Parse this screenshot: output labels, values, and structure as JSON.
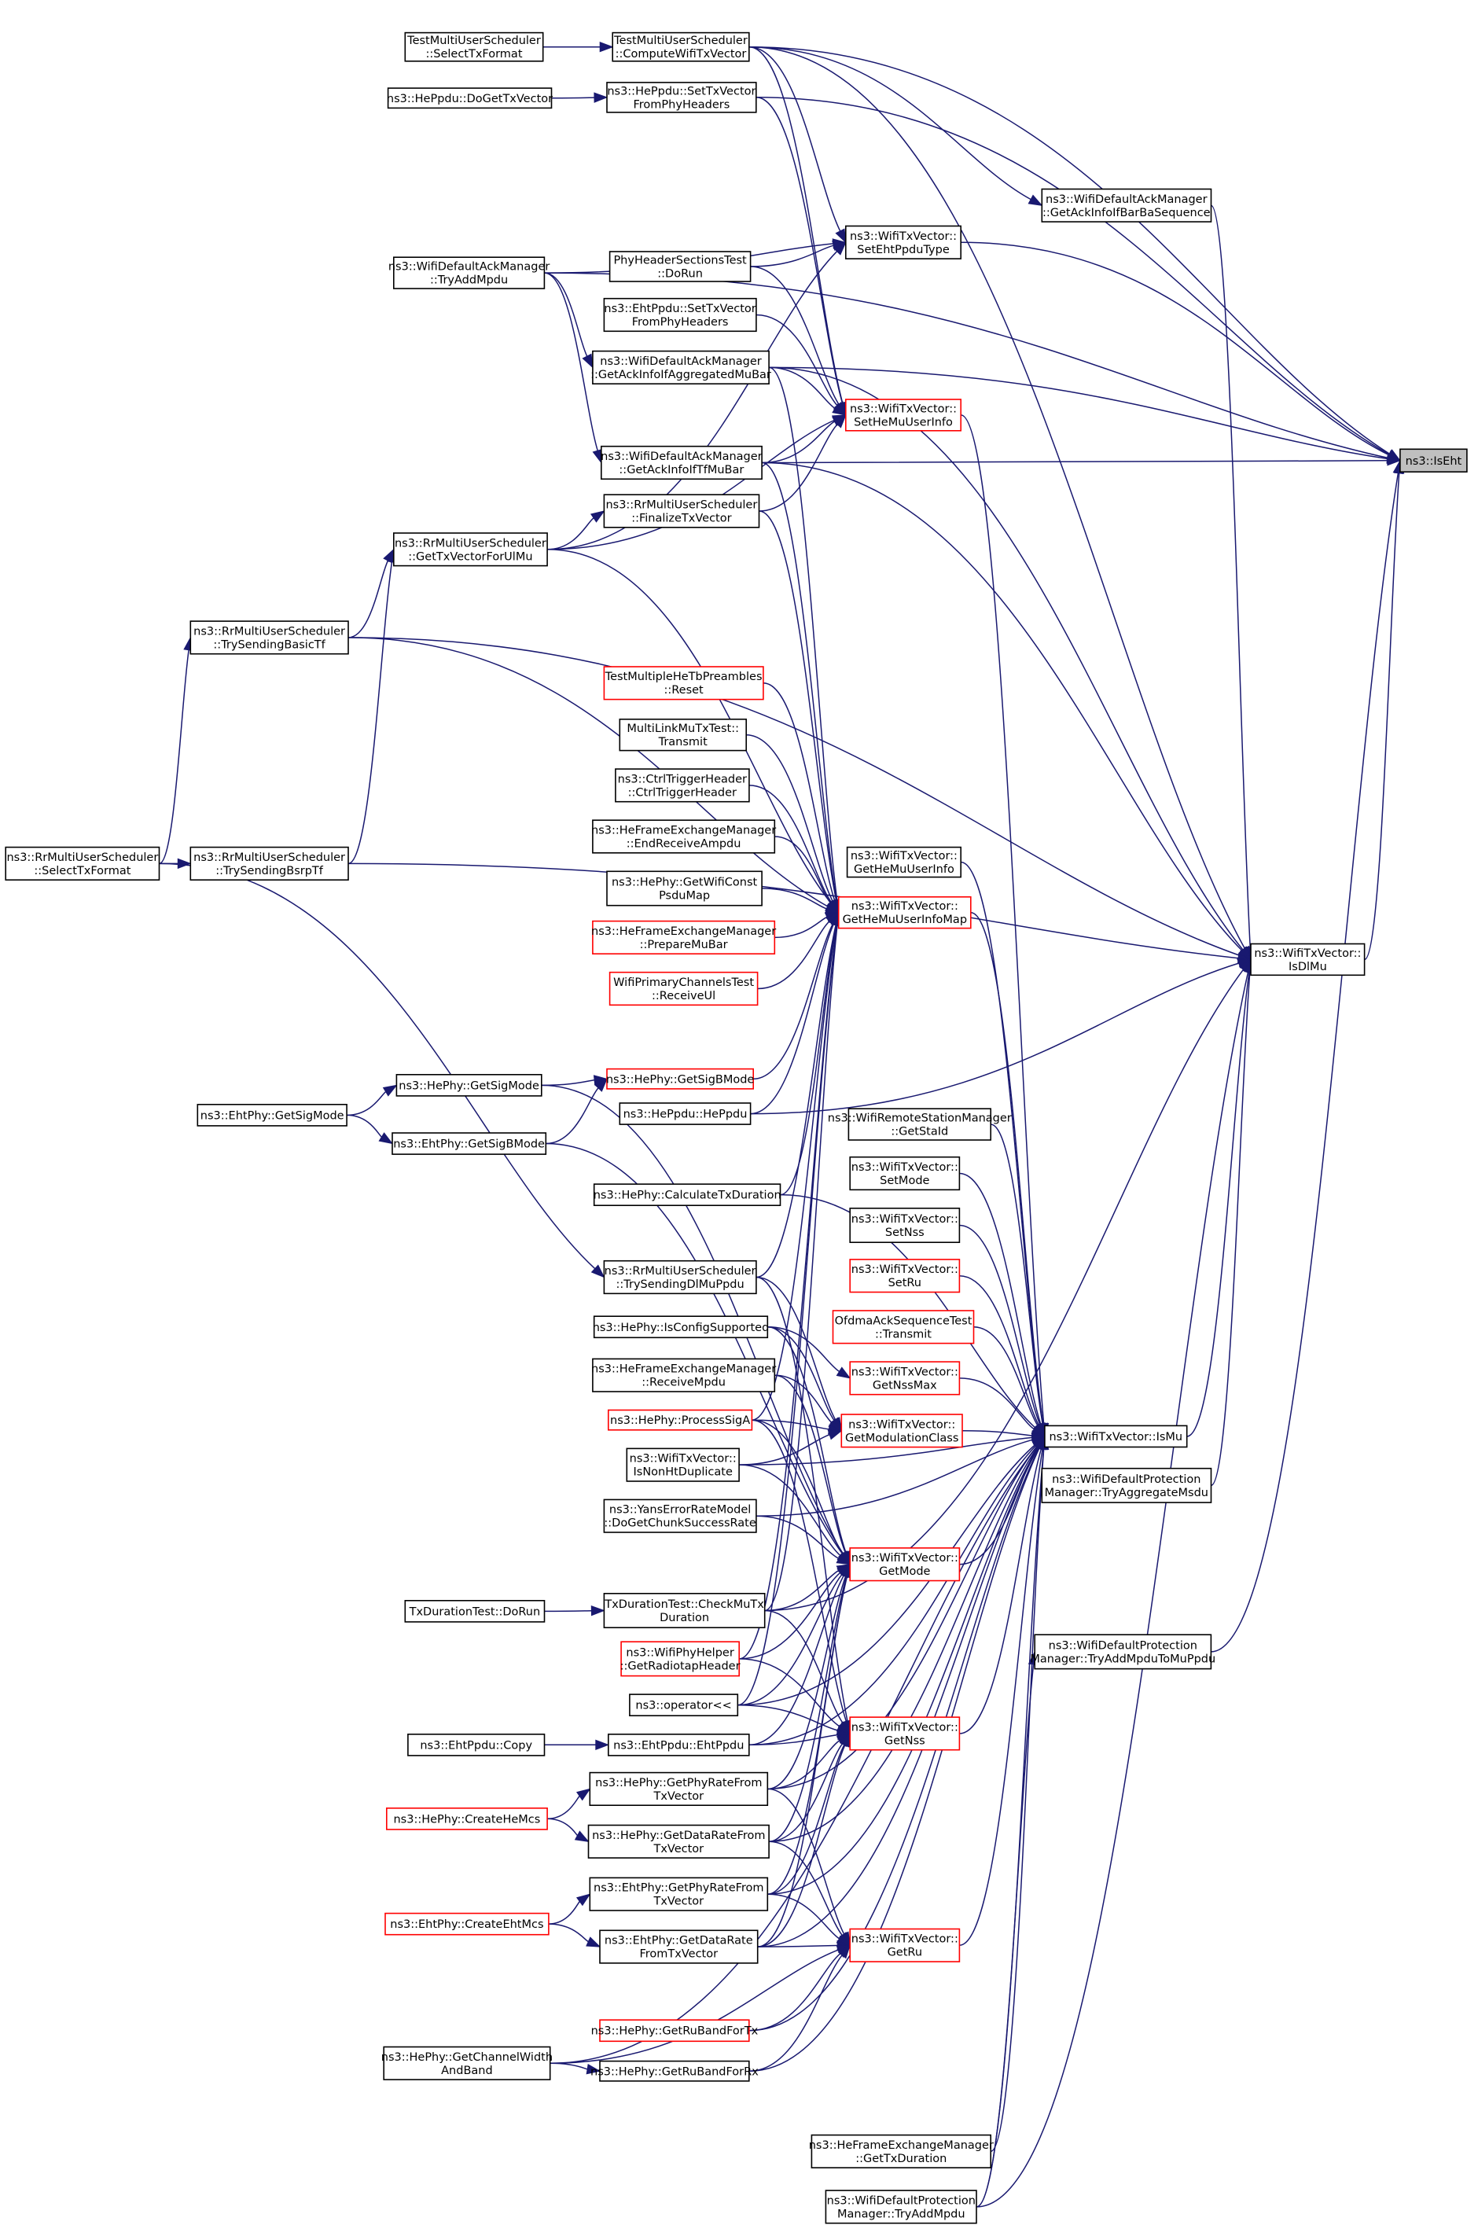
{
  "title": "ns3::IsEht caller graph",
  "colors": {
    "edge": "#191970",
    "focus_fill": "#bfbfbf",
    "red_border": "#ff0000",
    "normal_border": "#000000"
  },
  "nodes": [
    {
      "id": "isEht",
      "lines": [
        "ns3::IsEht"
      ],
      "style": "focus"
    },
    {
      "id": "tmusSelect",
      "lines": [
        "TestMultiUserScheduler",
        "::SelectTxFormat"
      ],
      "style": "normal"
    },
    {
      "id": "tmusCompute",
      "lines": [
        "TestMultiUserScheduler",
        "::ComputeWifiTxVector"
      ],
      "style": "normal"
    },
    {
      "id": "hePpduDoGet",
      "lines": [
        "ns3::HePpdu::DoGetTxVector"
      ],
      "style": "normal"
    },
    {
      "id": "hePpduSetTx",
      "lines": [
        "ns3::HePpdu::SetTxVector",
        "FromPhyHeaders"
      ],
      "style": "normal"
    },
    {
      "id": "barBaSeq",
      "lines": [
        "ns3::WifiDefaultAckManager",
        "::GetAckInfoIfBarBaSequence"
      ],
      "style": "normal"
    },
    {
      "id": "setEhtPpdu",
      "lines": [
        "ns3::WifiTxVector::",
        "SetEhtPpduType"
      ],
      "style": "normal"
    },
    {
      "id": "ackTryAdd",
      "lines": [
        "ns3::WifiDefaultAckManager",
        "::TryAddMpdu"
      ],
      "style": "normal"
    },
    {
      "id": "phyHdrTest",
      "lines": [
        "PhyHeaderSectionsTest",
        "::DoRun"
      ],
      "style": "normal"
    },
    {
      "id": "ehtPpduSetTx",
      "lines": [
        "ns3::EhtPpdu::SetTxVector",
        "FromPhyHeaders"
      ],
      "style": "normal"
    },
    {
      "id": "aggMuBar",
      "lines": [
        "ns3::WifiDefaultAckManager",
        "::GetAckInfoIfAggregatedMuBar"
      ],
      "style": "normal"
    },
    {
      "id": "setHeMu",
      "lines": [
        "ns3::WifiTxVector::",
        "SetHeMuUserInfo"
      ],
      "style": "red"
    },
    {
      "id": "tfMuBar",
      "lines": [
        "ns3::WifiDefaultAckManager",
        "::GetAckInfoIfTfMuBar"
      ],
      "style": "normal"
    },
    {
      "id": "finalizeTx",
      "lines": [
        "ns3::RrMultiUserScheduler",
        "::FinalizeTxVector"
      ],
      "style": "normal"
    },
    {
      "id": "getTxUlMu",
      "lines": [
        "ns3::RrMultiUserScheduler",
        "::GetTxVectorForUlMu"
      ],
      "style": "normal"
    },
    {
      "id": "sendBasicTf",
      "lines": [
        "ns3::RrMultiUserScheduler",
        "::TrySendingBasicTf"
      ],
      "style": "normal"
    },
    {
      "id": "tbReset",
      "lines": [
        "TestMultipleHeTbPreambles",
        "::Reset"
      ],
      "style": "red"
    },
    {
      "id": "mlTransmit",
      "lines": [
        "MultiLinkMuTxTest::",
        "Transmit"
      ],
      "style": "normal"
    },
    {
      "id": "ctrlTrig",
      "lines": [
        "ns3::CtrlTriggerHeader",
        "::CtrlTriggerHeader"
      ],
      "style": "normal"
    },
    {
      "id": "endRxAmpdu",
      "lines": [
        "ns3::HeFrameExchangeManager",
        "::EndReceiveAmpdu"
      ],
      "style": "normal"
    },
    {
      "id": "getHeMu",
      "lines": [
        "ns3::WifiTxVector::",
        "GetHeMuUserInfo"
      ],
      "style": "normal"
    },
    {
      "id": "constPsdu",
      "lines": [
        "ns3::HePhy::GetWifiConst",
        "PsduMap"
      ],
      "style": "normal"
    },
    {
      "id": "getHeMuMap",
      "lines": [
        "ns3::WifiTxVector::",
        "GetHeMuUserInfoMap"
      ],
      "style": "red"
    },
    {
      "id": "prepMuBar",
      "lines": [
        "ns3::HeFrameExchangeManager",
        "::PrepareMuBar"
      ],
      "style": "red"
    },
    {
      "id": "recvUl",
      "lines": [
        "WifiPrimaryChannelsTest",
        "::ReceiveUl"
      ],
      "style": "red"
    },
    {
      "id": "rrSelect",
      "lines": [
        "ns3::RrMultiUserScheduler",
        "::SelectTxFormat"
      ],
      "style": "normal"
    },
    {
      "id": "sendBsrp",
      "lines": [
        "ns3::RrMultiUserScheduler",
        "::TrySendingBsrpTf"
      ],
      "style": "normal"
    },
    {
      "id": "isDlMu",
      "lines": [
        "ns3::WifiTxVector::",
        "IsDlMu"
      ],
      "style": "normal"
    },
    {
      "id": "heSigB",
      "lines": [
        "ns3::HePhy::GetSigBMode"
      ],
      "style": "red"
    },
    {
      "id": "heSig",
      "lines": [
        "ns3::HePhy::GetSigMode"
      ],
      "style": "normal"
    },
    {
      "id": "ehtSig",
      "lines": [
        "ns3::EhtPhy::GetSigMode"
      ],
      "style": "normal"
    },
    {
      "id": "hePpduCtor",
      "lines": [
        "ns3::HePpdu::HePpdu"
      ],
      "style": "normal"
    },
    {
      "id": "ehtSigB",
      "lines": [
        "ns3::EhtPhy::GetSigBMode"
      ],
      "style": "normal"
    },
    {
      "id": "getStaId",
      "lines": [
        "ns3::WifiRemoteStationManager",
        "::GetStaId"
      ],
      "style": "normal"
    },
    {
      "id": "calcTxDur",
      "lines": [
        "ns3::HePhy::CalculateTxDuration"
      ],
      "style": "normal"
    },
    {
      "id": "setMode",
      "lines": [
        "ns3::WifiTxVector::",
        "SetMode"
      ],
      "style": "normal"
    },
    {
      "id": "setNss",
      "lines": [
        "ns3::WifiTxVector::",
        "SetNss"
      ],
      "style": "normal"
    },
    {
      "id": "sendDlMu",
      "lines": [
        "ns3::RrMultiUserScheduler",
        "::TrySendingDlMuPpdu"
      ],
      "style": "normal"
    },
    {
      "id": "setRu",
      "lines": [
        "ns3::WifiTxVector::",
        "SetRu"
      ],
      "style": "red"
    },
    {
      "id": "cfgSupp",
      "lines": [
        "ns3::HePhy::IsConfigSupported"
      ],
      "style": "normal"
    },
    {
      "id": "ofdmaTx",
      "lines": [
        "OfdmaAckSequenceTest",
        "::Transmit"
      ],
      "style": "red"
    },
    {
      "id": "recvMpdu",
      "lines": [
        "ns3::HeFrameExchangeManager",
        "::ReceiveMpdu"
      ],
      "style": "normal"
    },
    {
      "id": "getNssMax",
      "lines": [
        "ns3::WifiTxVector::",
        "GetNssMax"
      ],
      "style": "red"
    },
    {
      "id": "procSigA",
      "lines": [
        "ns3::HePhy::ProcessSigA"
      ],
      "style": "red"
    },
    {
      "id": "getModClass",
      "lines": [
        "ns3::WifiTxVector::",
        "GetModulationClass"
      ],
      "style": "red"
    },
    {
      "id": "isMu",
      "lines": [
        "ns3::WifiTxVector::IsMu"
      ],
      "style": "normal"
    },
    {
      "id": "nonHtDup",
      "lines": [
        "ns3::WifiTxVector::",
        "IsNonHtDuplicate"
      ],
      "style": "normal"
    },
    {
      "id": "aggMsdu",
      "lines": [
        "ns3::WifiDefaultProtection",
        "Manager::TryAggregateMsdu"
      ],
      "style": "normal"
    },
    {
      "id": "yans",
      "lines": [
        "ns3::YansErrorRateModel",
        "::DoGetChunkSuccessRate"
      ],
      "style": "normal"
    },
    {
      "id": "getMode",
      "lines": [
        "ns3::WifiTxVector::",
        "GetMode"
      ],
      "style": "red"
    },
    {
      "id": "txDurRun",
      "lines": [
        "TxDurationTest::DoRun"
      ],
      "style": "normal"
    },
    {
      "id": "checkMuTx",
      "lines": [
        "TxDurationTest::CheckMuTx",
        "Duration"
      ],
      "style": "normal"
    },
    {
      "id": "radiotap",
      "lines": [
        "ns3::WifiPhyHelper",
        "::GetRadiotapHeader"
      ],
      "style": "red"
    },
    {
      "id": "toMuPpdu",
      "lines": [
        "ns3::WifiDefaultProtection",
        "Manager::TryAddMpduToMuPpdu"
      ],
      "style": "normal"
    },
    {
      "id": "opOut",
      "lines": [
        "ns3::operator<<"
      ],
      "style": "normal"
    },
    {
      "id": "ehtCopy",
      "lines": [
        "ns3::EhtPpdu::Copy"
      ],
      "style": "normal"
    },
    {
      "id": "ehtCtor",
      "lines": [
        "ns3::EhtPpdu::EhtPpdu"
      ],
      "style": "normal"
    },
    {
      "id": "getNss",
      "lines": [
        "ns3::WifiTxVector::",
        "GetNss"
      ],
      "style": "red"
    },
    {
      "id": "hePhyRate",
      "lines": [
        "ns3::HePhy::GetPhyRateFrom",
        "TxVector"
      ],
      "style": "normal"
    },
    {
      "id": "heMcs",
      "lines": [
        "ns3::HePhy::CreateHeMcs"
      ],
      "style": "red"
    },
    {
      "id": "heDataRate",
      "lines": [
        "ns3::HePhy::GetDataRateFrom",
        "TxVector"
      ],
      "style": "normal"
    },
    {
      "id": "ehtPhyRate",
      "lines": [
        "ns3::EhtPhy::GetPhyRateFrom",
        "TxVector"
      ],
      "style": "normal"
    },
    {
      "id": "ehtMcs",
      "lines": [
        "ns3::EhtPhy::CreateEhtMcs"
      ],
      "style": "red"
    },
    {
      "id": "ehtDataRate",
      "lines": [
        "ns3::EhtPhy::GetDataRate",
        "FromTxVector"
      ],
      "style": "normal"
    },
    {
      "id": "getRu",
      "lines": [
        "ns3::WifiTxVector::",
        "GetRu"
      ],
      "style": "red"
    },
    {
      "id": "ruTx",
      "lines": [
        "ns3::HePhy::GetRuBandForTx"
      ],
      "style": "red"
    },
    {
      "id": "chWidth",
      "lines": [
        "ns3::HePhy::GetChannelWidth",
        "AndBand"
      ],
      "style": "normal"
    },
    {
      "id": "ruRx",
      "lines": [
        "ns3::HePhy::GetRuBandForRx"
      ],
      "style": "normal"
    },
    {
      "id": "getTxDur",
      "lines": [
        "ns3::HeFrameExchangeManager",
        "::GetTxDuration"
      ],
      "style": "normal"
    },
    {
      "id": "protTryAdd",
      "lines": [
        "ns3::WifiDefaultProtection",
        "Manager::TryAddMpdu"
      ],
      "style": "normal"
    }
  ],
  "edges": [
    [
      "tmusSelect",
      "tmusCompute"
    ],
    [
      "hePpduDoGet",
      "hePpduSetTx"
    ],
    [
      "tmusCompute",
      "isEht"
    ],
    [
      "tmusCompute",
      "barBaSeq"
    ],
    [
      "tmusCompute",
      "setEhtPpdu"
    ],
    [
      "tmusCompute",
      "setHeMu"
    ],
    [
      "tmusCompute",
      "isDlMu"
    ],
    [
      "hePpduSetTx",
      "isEht"
    ],
    [
      "hePpduSetTx",
      "setHeMu"
    ],
    [
      "barBaSeq",
      "isDlMu"
    ],
    [
      "setEhtPpdu",
      "isEht"
    ],
    [
      "ackTryAdd",
      "aggMuBar"
    ],
    [
      "ackTryAdd",
      "tfMuBar"
    ],
    [
      "ackTryAdd",
      "isEht"
    ],
    [
      "ackTryAdd",
      "setEhtPpdu"
    ],
    [
      "phyHdrTest",
      "setEhtPpdu"
    ],
    [
      "phyHdrTest",
      "setHeMu"
    ],
    [
      "ehtPpduSetTx",
      "setHeMu"
    ],
    [
      "aggMuBar",
      "isEht"
    ],
    [
      "aggMuBar",
      "setHeMu"
    ],
    [
      "aggMuBar",
      "isDlMu"
    ],
    [
      "aggMuBar",
      "getHeMuMap"
    ],
    [
      "setHeMu",
      "isMu"
    ],
    [
      "tfMuBar",
      "isEht"
    ],
    [
      "tfMuBar",
      "setHeMu"
    ],
    [
      "tfMuBar",
      "isDlMu"
    ],
    [
      "tfMuBar",
      "getHeMuMap"
    ],
    [
      "finalizeTx",
      "setHeMu"
    ],
    [
      "finalizeTx",
      "getHeMuMap"
    ],
    [
      "getTxUlMu",
      "finalizeTx"
    ],
    [
      "getTxUlMu",
      "setEhtPpdu"
    ],
    [
      "getTxUlMu",
      "setHeMu"
    ],
    [
      "getTxUlMu",
      "getHeMuMap"
    ],
    [
      "sendBasicTf",
      "getTxUlMu"
    ],
    [
      "sendBasicTf",
      "isDlMu"
    ],
    [
      "sendBasicTf",
      "getHeMuMap"
    ],
    [
      "rrSelect",
      "sendBasicTf"
    ],
    [
      "rrSelect",
      "sendBsrp"
    ],
    [
      "rrSelect",
      "sendDlMu"
    ],
    [
      "sendBsrp",
      "getTxUlMu"
    ],
    [
      "sendBsrp",
      "isDlMu"
    ],
    [
      "tbReset",
      "getHeMuMap"
    ],
    [
      "mlTransmit",
      "getHeMuMap"
    ],
    [
      "ctrlTrig",
      "getHeMuMap"
    ],
    [
      "endRxAmpdu",
      "getHeMuMap"
    ],
    [
      "constPsdu",
      "getHeMuMap"
    ],
    [
      "prepMuBar",
      "getHeMuMap"
    ],
    [
      "recvUl",
      "getHeMuMap"
    ],
    [
      "getHeMu",
      "isMu"
    ],
    [
      "getHeMuMap",
      "isMu"
    ],
    [
      "isDlMu",
      "isEht"
    ],
    [
      "isMu",
      "isDlMu"
    ],
    [
      "heSig",
      "heSigB"
    ],
    [
      "ehtSig",
      "heSig"
    ],
    [
      "ehtSig",
      "ehtSigB"
    ],
    [
      "ehtSigB",
      "heSigB"
    ],
    [
      "heSig",
      "getMode"
    ],
    [
      "ehtSigB",
      "getMode"
    ],
    [
      "heSigB",
      "getHeMuMap"
    ],
    [
      "hePpduCtor",
      "getHeMuMap"
    ],
    [
      "hePpduCtor",
      "isDlMu"
    ],
    [
      "getStaId",
      "isMu"
    ],
    [
      "calcTxDur",
      "getHeMuMap"
    ],
    [
      "calcTxDur",
      "isMu"
    ],
    [
      "setMode",
      "isMu"
    ],
    [
      "setNss",
      "isMu"
    ],
    [
      "setRu",
      "isMu"
    ],
    [
      "ofdmaTx",
      "isMu"
    ],
    [
      "getNssMax",
      "isMu"
    ],
    [
      "getModClass",
      "isMu"
    ],
    [
      "sendDlMu",
      "getHeMuMap"
    ],
    [
      "sendDlMu",
      "getModClass"
    ],
    [
      "sendDlMu",
      "getNss"
    ],
    [
      "cfgSupp",
      "getNssMax"
    ],
    [
      "cfgSupp",
      "getModClass"
    ],
    [
      "cfgSupp",
      "getMode"
    ],
    [
      "recvMpdu",
      "getModClass"
    ],
    [
      "recvMpdu",
      "getMode"
    ],
    [
      "procSigA",
      "getModClass"
    ],
    [
      "procSigA",
      "getHeMuMap"
    ],
    [
      "procSigA",
      "getMode"
    ],
    [
      "procSigA",
      "getNss"
    ],
    [
      "nonHtDup",
      "getModClass"
    ],
    [
      "nonHtDup",
      "isMu"
    ],
    [
      "nonHtDup",
      "getMode"
    ],
    [
      "aggMsdu",
      "isDlMu"
    ],
    [
      "yans",
      "isMu"
    ],
    [
      "yans",
      "getMode"
    ],
    [
      "getMode",
      "isMu"
    ],
    [
      "txDurRun",
      "checkMuTx"
    ],
    [
      "checkMuTx",
      "getMode"
    ],
    [
      "checkMuTx",
      "isDlMu"
    ],
    [
      "checkMuTx",
      "getHeMuMap"
    ],
    [
      "checkMuTx",
      "getNss"
    ],
    [
      "radiotap",
      "getMode"
    ],
    [
      "radiotap",
      "getHeMuMap"
    ],
    [
      "radiotap",
      "getNss"
    ],
    [
      "toMuPpdu",
      "isEht"
    ],
    [
      "opOut",
      "getMode"
    ],
    [
      "opOut",
      "getNss"
    ],
    [
      "opOut",
      "isMu"
    ],
    [
      "opOut",
      "getHeMuMap"
    ],
    [
      "ehtCopy",
      "ehtCtor"
    ],
    [
      "ehtCtor",
      "getNss"
    ],
    [
      "ehtCtor",
      "isMu"
    ],
    [
      "ehtCtor",
      "getMode"
    ],
    [
      "getNss",
      "isMu"
    ],
    [
      "heMcs",
      "hePhyRate"
    ],
    [
      "heMcs",
      "heDataRate"
    ],
    [
      "ehtMcs",
      "ehtPhyRate"
    ],
    [
      "ehtMcs",
      "ehtDataRate"
    ],
    [
      "hePhyRate",
      "getNss"
    ],
    [
      "hePhyRate",
      "getRu"
    ],
    [
      "hePhyRate",
      "isMu"
    ],
    [
      "hePhyRate",
      "getMode"
    ],
    [
      "heDataRate",
      "getNss"
    ],
    [
      "heDataRate",
      "getRu"
    ],
    [
      "heDataRate",
      "isMu"
    ],
    [
      "heDataRate",
      "getMode"
    ],
    [
      "ehtPhyRate",
      "getNss"
    ],
    [
      "ehtPhyRate",
      "getRu"
    ],
    [
      "ehtPhyRate",
      "isMu"
    ],
    [
      "ehtPhyRate",
      "getMode"
    ],
    [
      "ehtDataRate",
      "getRu"
    ],
    [
      "ehtDataRate",
      "getNss"
    ],
    [
      "ehtDataRate",
      "isMu"
    ],
    [
      "ehtDataRate",
      "getMode"
    ],
    [
      "getRu",
      "isMu"
    ],
    [
      "ruTx",
      "getRu"
    ],
    [
      "ruTx",
      "isMu"
    ],
    [
      "chWidth",
      "ruRx"
    ],
    [
      "chWidth",
      "getRu"
    ],
    [
      "chWidth",
      "isMu"
    ],
    [
      "ruRx",
      "getRu"
    ],
    [
      "ruRx",
      "isMu"
    ],
    [
      "getTxDur",
      "isMu"
    ],
    [
      "protTryAdd",
      "isMu"
    ],
    [
      "protTryAdd",
      "toMuPpdu"
    ],
    [
      "protTryAdd",
      "isDlMu"
    ]
  ]
}
